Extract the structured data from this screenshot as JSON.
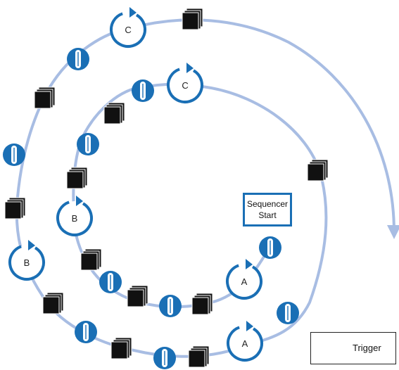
{
  "colors": {
    "accent": "#1a6fb5",
    "track": "#a8bde3",
    "frame": "#111111"
  },
  "sequencer_label": [
    "Sequencer",
    "Start"
  ],
  "legend": {
    "icon": "trigger-icon",
    "label": "Trigger"
  },
  "stages": [
    "A",
    "B",
    "C",
    "A",
    "B",
    "C"
  ],
  "icons": {
    "stage": "cycle-arrow-icon",
    "frame": "frame-stack-icon",
    "trigger": "trigger-icon"
  }
}
